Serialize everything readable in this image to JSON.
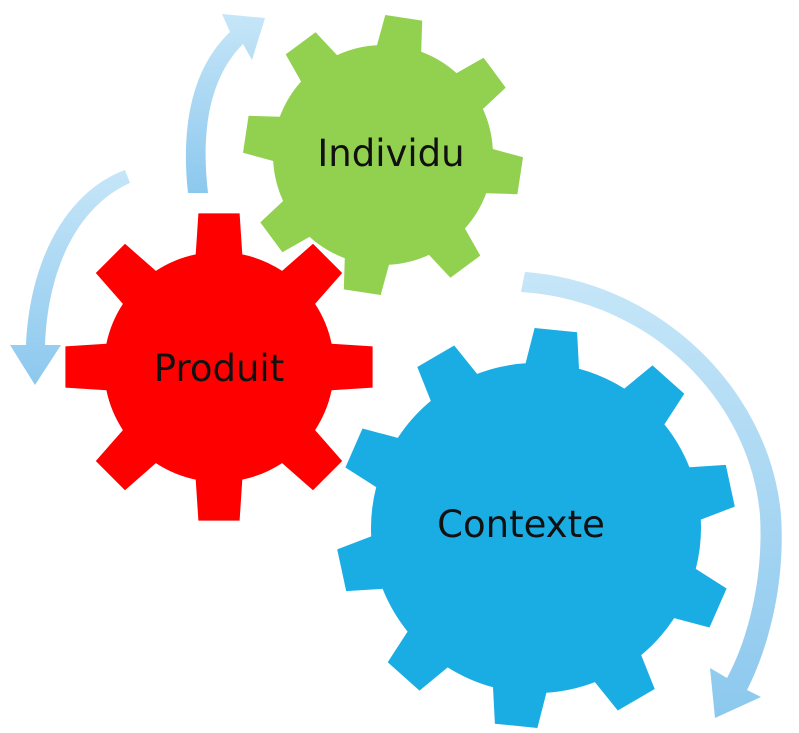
{
  "diagram": {
    "gears": [
      {
        "id": "individu",
        "label": "Individu",
        "color": "#92D050"
      },
      {
        "id": "produit",
        "label": "Produit",
        "color": "#FF0000"
      },
      {
        "id": "contexte",
        "label": "Contexte",
        "color": "#1AADE4"
      }
    ],
    "arrow_color": "#9FD3F0"
  }
}
